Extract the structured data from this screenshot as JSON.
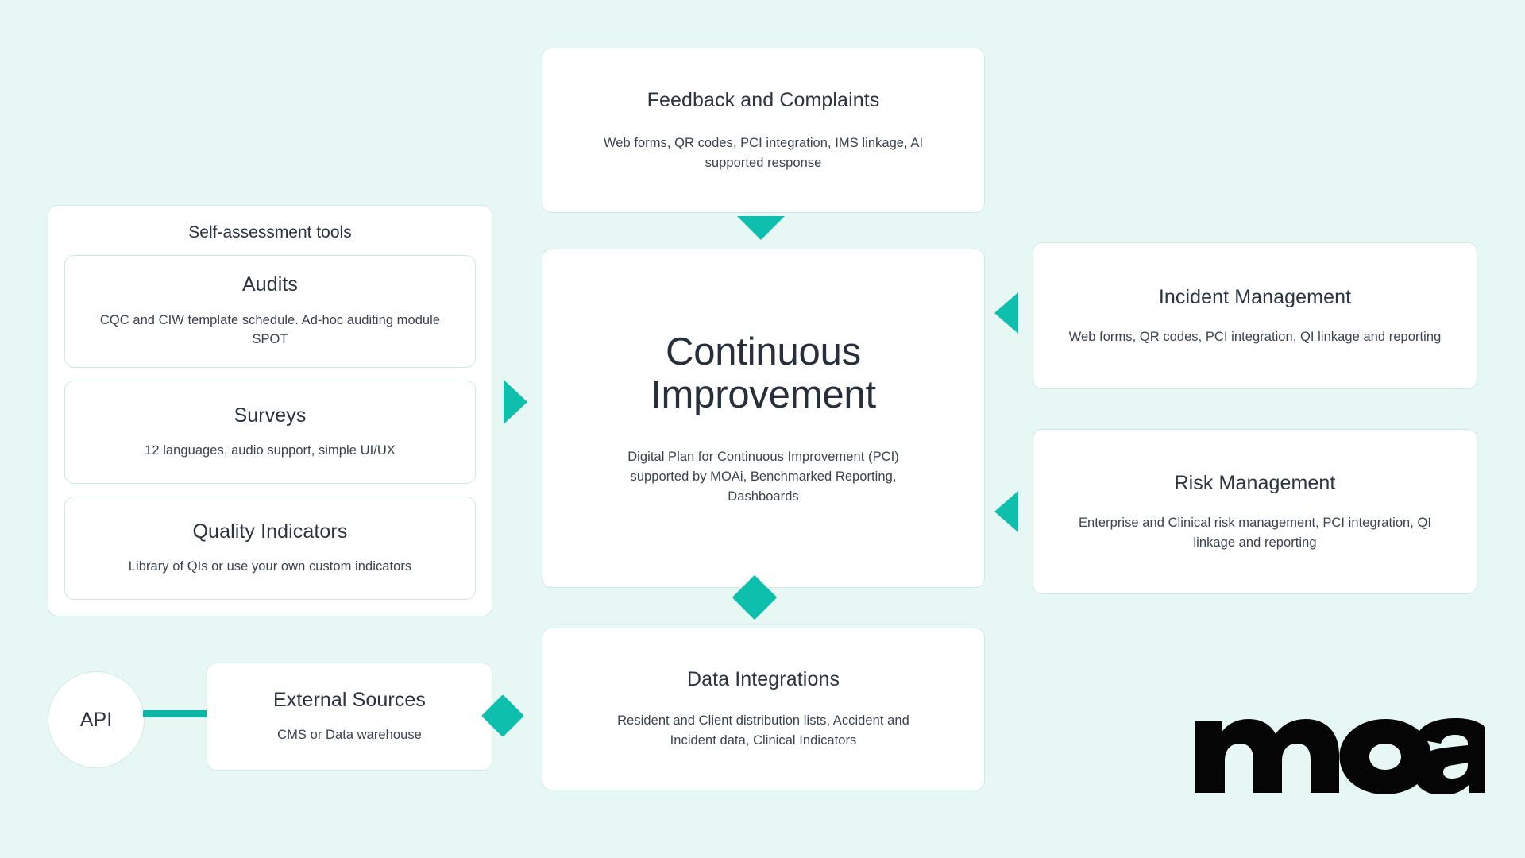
{
  "theme": {
    "background": "#e6f7f4",
    "card_background": "#ffffff",
    "card_border": "#cfeae4",
    "accent": "#0fbfad",
    "text": "#2b3440"
  },
  "hub": {
    "title": "Continuous Improvement",
    "description": "Digital Plan for Continuous Improvement (PCI) supported by MOAi, Benchmarked Reporting, Dashboards"
  },
  "feedback": {
    "title": "Feedback and Complaints",
    "description": "Web forms, QR codes, PCI integration, IMS linkage, AI supported response"
  },
  "self_assessment": {
    "panel_title": "Self-assessment tools",
    "cards": [
      {
        "title": "Audits",
        "description": "CQC and CIW template schedule. Ad-hoc auditing module SPOT"
      },
      {
        "title": "Surveys",
        "description": "12 languages, audio support, simple UI/UX"
      },
      {
        "title": "Quality Indicators",
        "description": "Library of QIs or use your own custom indicators"
      }
    ]
  },
  "incident_management": {
    "title": "Incident Management",
    "description": "Web forms, QR codes, PCI integration, QI linkage and reporting"
  },
  "risk_management": {
    "title": "Risk Management",
    "description": "Enterprise and Clinical risk management, PCI integration, QI linkage and reporting"
  },
  "data_integrations": {
    "title": "Data Integrations",
    "description": "Resident and Client distribution lists, Accident and Incident data, Clinical Indicators"
  },
  "external_sources": {
    "title": "External Sources",
    "description": "CMS or Data warehouse"
  },
  "api_node": {
    "label": "API"
  },
  "logo": {
    "wordmark": "moa",
    "dot_color": "#0fbfad",
    "wordmark_color": "#050505"
  },
  "connectors": [
    {
      "name": "feedback-to-hub",
      "shape": "triangle-down"
    },
    {
      "name": "self-assessment-to-hub",
      "shape": "triangle-right"
    },
    {
      "name": "incident-to-hub",
      "shape": "triangle-left"
    },
    {
      "name": "risk-to-hub",
      "shape": "triangle-left"
    },
    {
      "name": "hub-to-data-integrations",
      "shape": "diamond"
    },
    {
      "name": "external-sources-to-data-integrations",
      "shape": "diamond"
    },
    {
      "name": "api-to-external-sources",
      "shape": "line"
    }
  ]
}
